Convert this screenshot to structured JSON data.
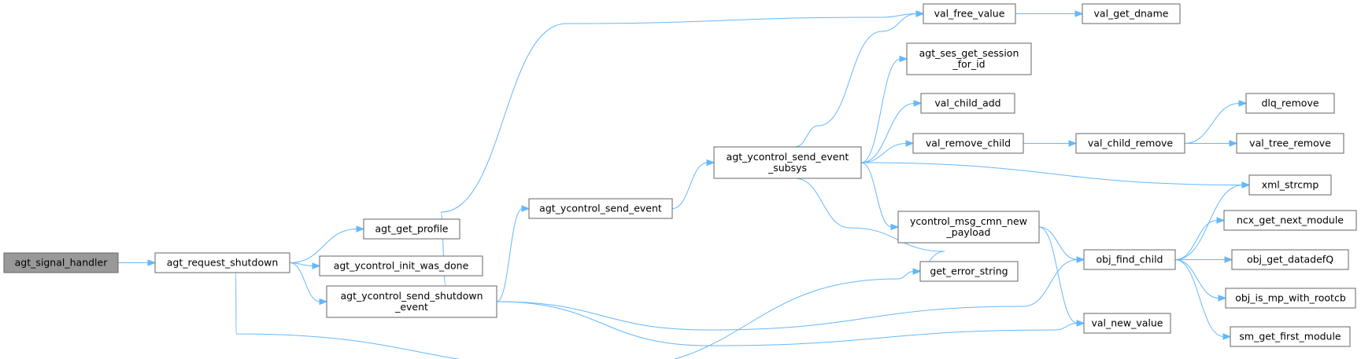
{
  "graph": {
    "edge_color": "#63b8ff",
    "root_fill": "#999999",
    "nodes": [
      {
        "id": "n0",
        "lines": [
          "agt_signal_handler"
        ]
      },
      {
        "id": "n1",
        "lines": [
          "agt_request_shutdown"
        ]
      },
      {
        "id": "n2",
        "lines": [
          "agt_get_profile"
        ]
      },
      {
        "id": "n3",
        "lines": [
          "agt_ycontrol_init_was_done"
        ]
      },
      {
        "id": "n4",
        "lines": [
          "agt_ycontrol_send_shutdown",
          "_event"
        ]
      },
      {
        "id": "n5",
        "lines": [
          "get_error_string"
        ]
      },
      {
        "id": "n6",
        "lines": [
          "agt_ycontrol_send_event"
        ]
      },
      {
        "id": "n7",
        "lines": [
          "val_free_value"
        ]
      },
      {
        "id": "n8",
        "lines": [
          "obj_find_child"
        ]
      },
      {
        "id": "n9",
        "lines": [
          "val_new_value"
        ]
      },
      {
        "id": "n10",
        "lines": [
          "agt_ycontrol_send_event",
          "_subsys"
        ]
      },
      {
        "id": "n11",
        "lines": [
          "agt_ses_get_session",
          "_for_id"
        ]
      },
      {
        "id": "n12",
        "lines": [
          "val_child_add"
        ]
      },
      {
        "id": "n13",
        "lines": [
          "val_remove_child"
        ]
      },
      {
        "id": "n14",
        "lines": [
          "xml_strcmp"
        ]
      },
      {
        "id": "n15",
        "lines": [
          "ycontrol_msg_cmn_new",
          "_payload"
        ]
      },
      {
        "id": "n16",
        "lines": [
          "val_get_dname"
        ]
      },
      {
        "id": "n17",
        "lines": [
          "val_child_remove"
        ]
      },
      {
        "id": "n18",
        "lines": [
          "dlq_remove"
        ]
      },
      {
        "id": "n19",
        "lines": [
          "val_tree_remove"
        ]
      },
      {
        "id": "n20",
        "lines": [
          "ncx_get_next_module"
        ]
      },
      {
        "id": "n21",
        "lines": [
          "obj_get_datadefQ"
        ]
      },
      {
        "id": "n22",
        "lines": [
          "obj_is_mp_with_rootcb"
        ]
      },
      {
        "id": "n23",
        "lines": [
          "sm_get_first_module"
        ]
      }
    ],
    "edges": [
      {
        "from": "n0",
        "to": "n1"
      },
      {
        "from": "n1",
        "to": "n2"
      },
      {
        "from": "n1",
        "to": "n3"
      },
      {
        "from": "n1",
        "to": "n4"
      },
      {
        "from": "n1",
        "to": "n5"
      },
      {
        "from": "n4",
        "to": "n6"
      },
      {
        "from": "n4",
        "to": "n7"
      },
      {
        "from": "n4",
        "to": "n8"
      },
      {
        "from": "n4",
        "to": "n9"
      },
      {
        "from": "n6",
        "to": "n10"
      },
      {
        "from": "n10",
        "to": "n7"
      },
      {
        "from": "n10",
        "to": "n11"
      },
      {
        "from": "n10",
        "to": "n12"
      },
      {
        "from": "n10",
        "to": "n13"
      },
      {
        "from": "n10",
        "to": "n14"
      },
      {
        "from": "n10",
        "to": "n15"
      },
      {
        "from": "n10",
        "to": "n5"
      },
      {
        "from": "n7",
        "to": "n16"
      },
      {
        "from": "n13",
        "to": "n17"
      },
      {
        "from": "n17",
        "to": "n18"
      },
      {
        "from": "n17",
        "to": "n19"
      },
      {
        "from": "n15",
        "to": "n8"
      },
      {
        "from": "n15",
        "to": "n9"
      },
      {
        "from": "n8",
        "to": "n14"
      },
      {
        "from": "n8",
        "to": "n20"
      },
      {
        "from": "n8",
        "to": "n21"
      },
      {
        "from": "n8",
        "to": "n22"
      },
      {
        "from": "n8",
        "to": "n23"
      }
    ]
  }
}
